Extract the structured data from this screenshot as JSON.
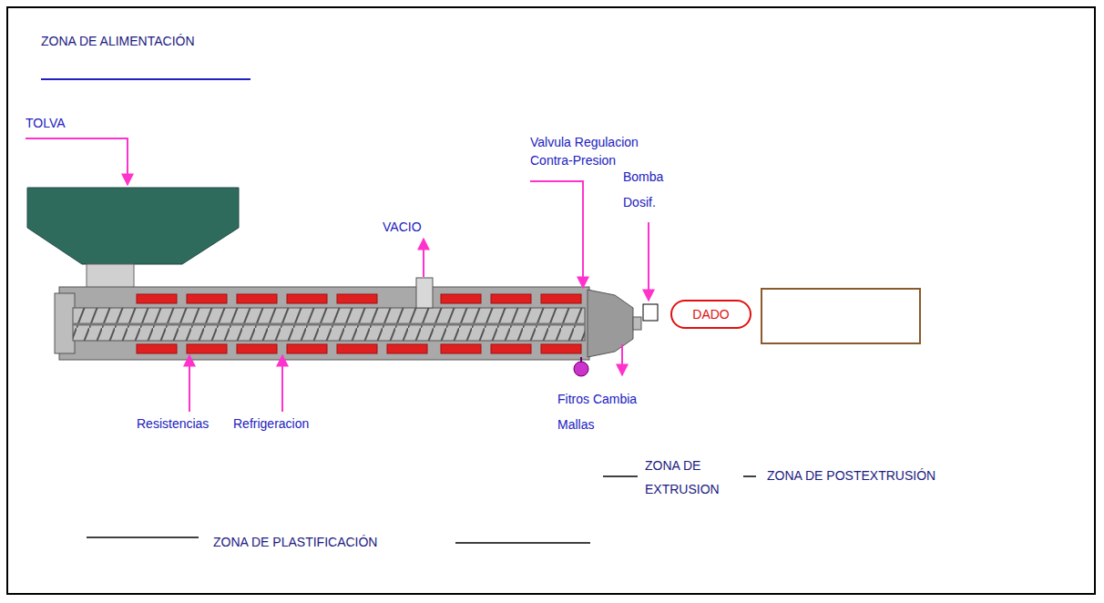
{
  "diagram": {
    "nodes": [
      {
        "text": [
          "DADO"
        ]
      }
    ],
    "labels": [
      "ZONA DE ALIMENTACIÓN",
      "TOLVA",
      "Valvula Regulacion Contra-Presion",
      "Bomba Dosif.",
      "VACIO",
      "Resistencias",
      "Refrigeracion",
      "Fitros Cambia Mallas",
      "ZONA DE EXTRUSION",
      "ZONA DE POSTEXTRUSIÓN",
      "ZONA DE PLASTIFICACIÓN"
    ]
  }
}
